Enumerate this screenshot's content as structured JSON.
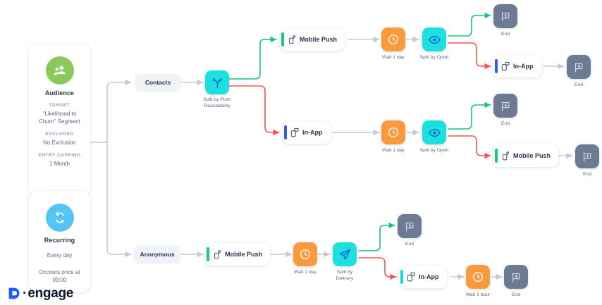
{
  "meta": {
    "background": "#ffffff"
  },
  "logo": {
    "name": "dengage-logo",
    "text": "engage",
    "mark": "D",
    "dot": "·",
    "color": "#1a5cff"
  },
  "colors": {
    "green_path": "#16c47f",
    "red_path": "#fa5252",
    "gray_path": "#c2cad8",
    "orange_node": "#f99a3e",
    "cyan_node": "#1ce0e0",
    "slate_node": "#6c7b93",
    "green_circle": "#8bc95a",
    "blue_circle": "#56c4f5",
    "push_edge": "#10d07a",
    "inapp_edge_blue": "#2f5cf0",
    "inapp_edge_cyan": "#14dbe3",
    "pill_bg": "#eff2f7",
    "text_dark": "#2b3350"
  },
  "audience_card": {
    "icon": "people-icon",
    "title": "Audience",
    "fields": [
      {
        "key": "TARGET",
        "value": "“Likelihood to\nChurn” Segment"
      },
      {
        "key": "EXCLUDED",
        "value": "No Exclusion"
      },
      {
        "key": "ENTRY CAPPING",
        "value": "1 Month"
      }
    ]
  },
  "recurring_card": {
    "icon": "refresh-icon",
    "title": "Recurring",
    "frequency": "Every day",
    "schedule": "Occours once at\n09:00"
  },
  "segments": [
    {
      "id": "contacts",
      "label": "Contacts"
    },
    {
      "id": "anonymous",
      "label": "Anonymous"
    }
  ],
  "nodes": {
    "split_push_reachability": {
      "label": "Split by Push\nReachability",
      "icon": "split-branch-icon",
      "color": "#1ce0e0"
    },
    "top_mobile_push": {
      "label": "Mobile Push",
      "icon": "mobile-push-icon",
      "edge": "#10d07a"
    },
    "top_wait": {
      "label": "Wait 1 day",
      "icon": "clock-icon",
      "color": "#f99a3e"
    },
    "top_split_open": {
      "label": "Split by Open",
      "icon": "eye-icon",
      "color": "#1ce0e0"
    },
    "top_end_1": {
      "label": "End",
      "icon": "flag-icon",
      "color": "#6c7b93"
    },
    "top_in_app": {
      "label": "In-App",
      "icon": "in-app-icon",
      "edge": "#2f5cf0"
    },
    "top_end_2": {
      "label": "End",
      "icon": "flag-icon",
      "color": "#6c7b93"
    },
    "mid_in_app": {
      "label": "In-App",
      "icon": "in-app-icon",
      "edge": "#2f5cf0"
    },
    "mid_wait": {
      "label": "Wait 1 day",
      "icon": "clock-icon",
      "color": "#f99a3e"
    },
    "mid_split_open": {
      "label": "Split by Open",
      "icon": "eye-icon",
      "color": "#1ce0e0"
    },
    "mid_end_1": {
      "label": "End",
      "icon": "flag-icon",
      "color": "#6c7b93"
    },
    "mid_mobile_push": {
      "label": "Mobile Push",
      "icon": "mobile-push-icon",
      "edge": "#10d07a"
    },
    "mid_end_2": {
      "label": "End",
      "icon": "flag-icon",
      "color": "#6c7b93"
    },
    "bot_mobile_push": {
      "label": "Mobile Push",
      "icon": "mobile-push-icon",
      "edge": "#10d07a"
    },
    "bot_wait": {
      "label": "Wait 1 day",
      "icon": "clock-icon",
      "color": "#f99a3e"
    },
    "bot_split_delivery": {
      "label": "Split by\nDelivery",
      "icon": "paper-plane-icon",
      "color": "#1ce0e0"
    },
    "bot_end_1": {
      "label": "End",
      "icon": "flag-icon",
      "color": "#6c7b93"
    },
    "bot_in_app": {
      "label": "In-App",
      "icon": "in-app-icon",
      "edge": "#14dbe3"
    },
    "bot_wait_hour": {
      "label": "Wait 1 hour",
      "icon": "clock-icon",
      "color": "#f99a3e"
    },
    "bot_end_2": {
      "label": "End",
      "icon": "flag-icon",
      "color": "#6c7b93"
    }
  }
}
